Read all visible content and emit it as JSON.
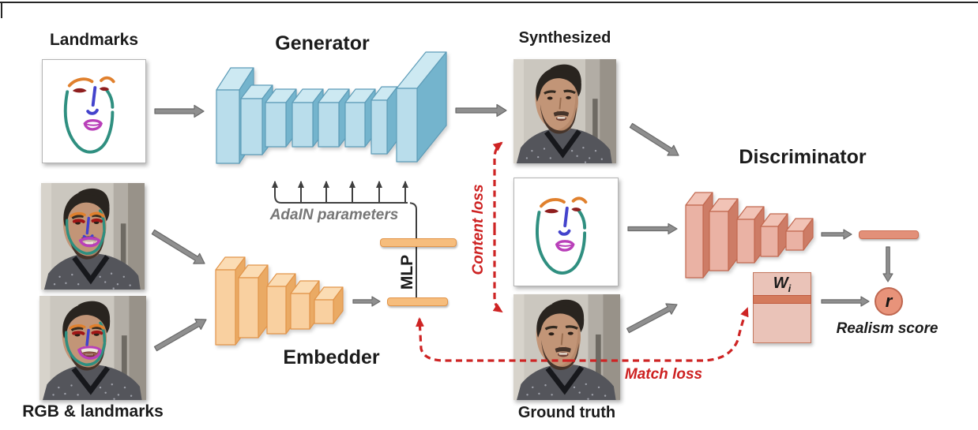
{
  "labels": {
    "landmarks": "Landmarks",
    "generator": "Generator",
    "synthesized": "Synthesized",
    "discriminator": "Discriminator",
    "embedder": "Embedder",
    "rgb_and_landmarks": "RGB & landmarks",
    "ground_truth": "Ground truth",
    "adain_parameters": "AdaIN parameters",
    "mlp": "MLP",
    "content_loss": "Content loss",
    "match_loss": "Match loss",
    "realism_score": "Realism score",
    "w_symbol": "W",
    "w_subscript": "i",
    "realism_symbol": "r"
  },
  "networks": {
    "generator_blocks": 8,
    "embedder_blocks": 5,
    "discriminator_blocks": 5,
    "adain_arrow_count": 6
  },
  "colors": {
    "generator_face": "#b9ddeb",
    "generator_top": "#cde9f2",
    "generator_side": "#74b4cd",
    "generator_edge": "#5d9cb8",
    "embedder_face": "#f9d0a0",
    "embedder_top": "#fbdcb4",
    "embedder_side": "#eaaa64",
    "embedder_edge": "#e2954a",
    "discriminator_face": "#eab2a4",
    "discriminator_top": "#f1c3b6",
    "discriminator_side": "#cd7c66",
    "discriminator_edge": "#c2684f",
    "arrow_gray_fill": "#8f8f8f",
    "arrow_gray_edge": "#6a6a6a",
    "adain_arrow": "#3f3f3f",
    "loss_red": "#ce2424",
    "bar_orange": "#f6bd7d",
    "bar_pink": "#e29079",
    "wbox_fill": "#eac3b8",
    "wbox_stripe": "#d47a5c",
    "r_circle_fill": "#e8937a"
  }
}
